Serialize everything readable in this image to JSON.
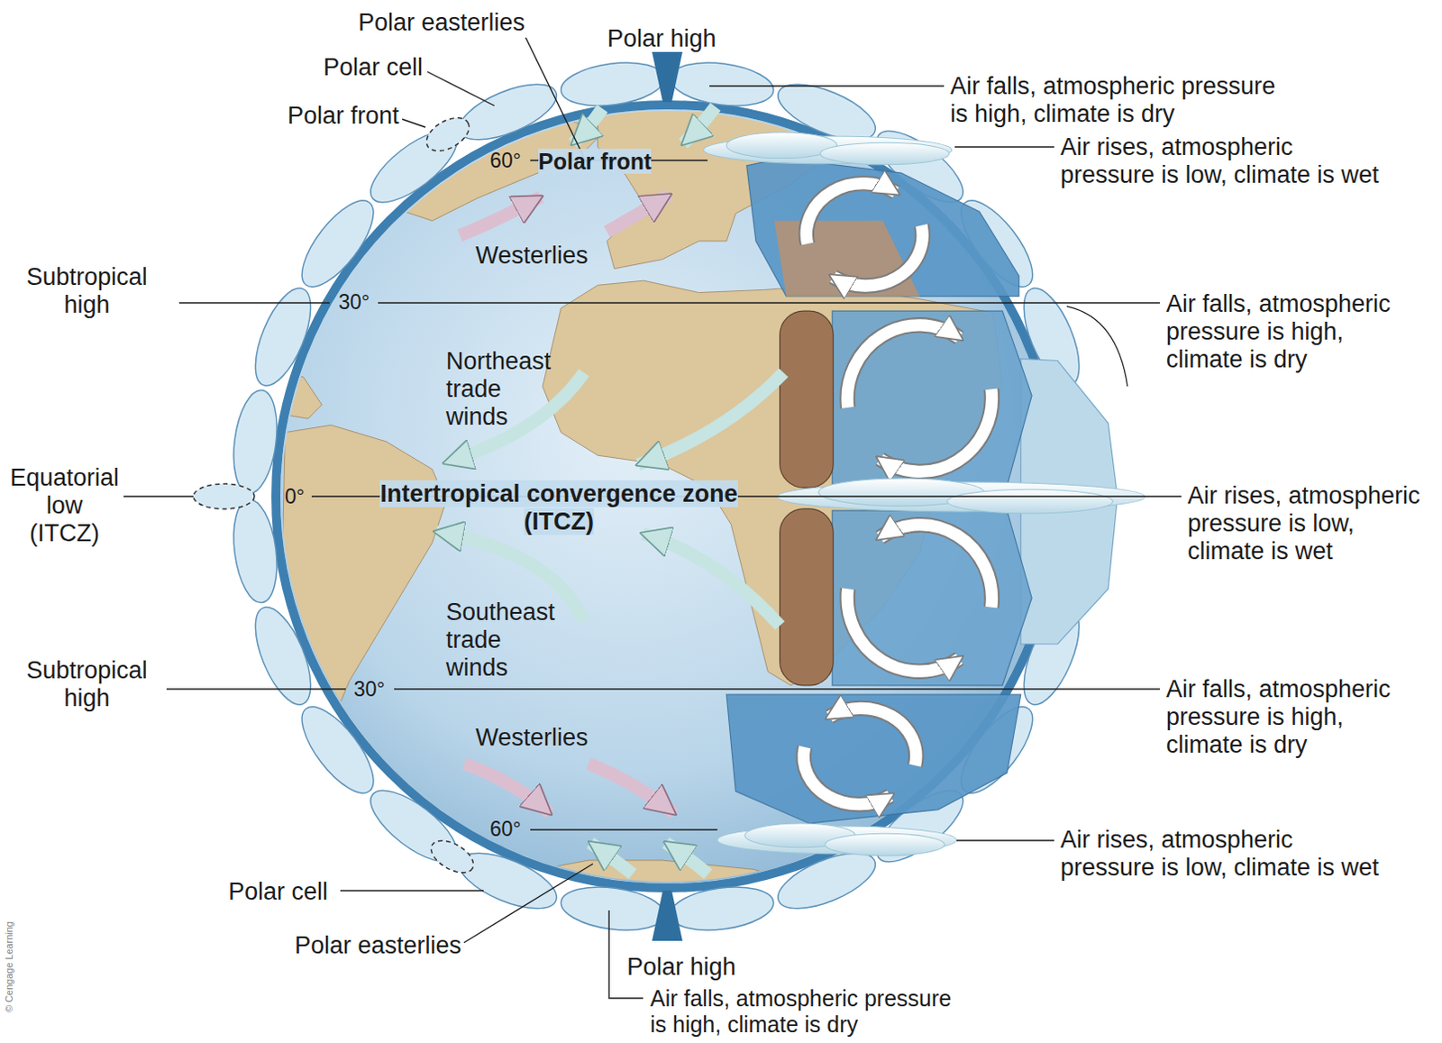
{
  "diagram": {
    "labels": [
      "Polar easterlies",
      "Polar high",
      "Polar cell",
      "Air falls, atmospheric pressure is high, climate is dry",
      "Polar front",
      "60°",
      "Polar front",
      "Air rises, atmospheric pressure is low, climate is wet",
      "Westerlies",
      "Subtropical high",
      "30°",
      "Air falls, atmospheric pressure is high, climate is dry",
      "Northeast trade winds",
      "Equatorial low (ITCZ)",
      "0°",
      "Intertropical convergence zone (ITCZ)",
      "Air rises, atmospheric pressure is low, climate is wet",
      "Southeast trade winds",
      "Subtropical high",
      "30°",
      "Air falls, atmospheric pressure is high, climate is dry",
      "Westerlies",
      "60°",
      "Air rises, atmospheric pressure is low, climate is wet",
      "Polar cell",
      "Polar easterlies",
      "Polar high",
      "Air falls, atmospheric pressure is high, climate is dry",
      "© Cengage Learning"
    ]
  }
}
